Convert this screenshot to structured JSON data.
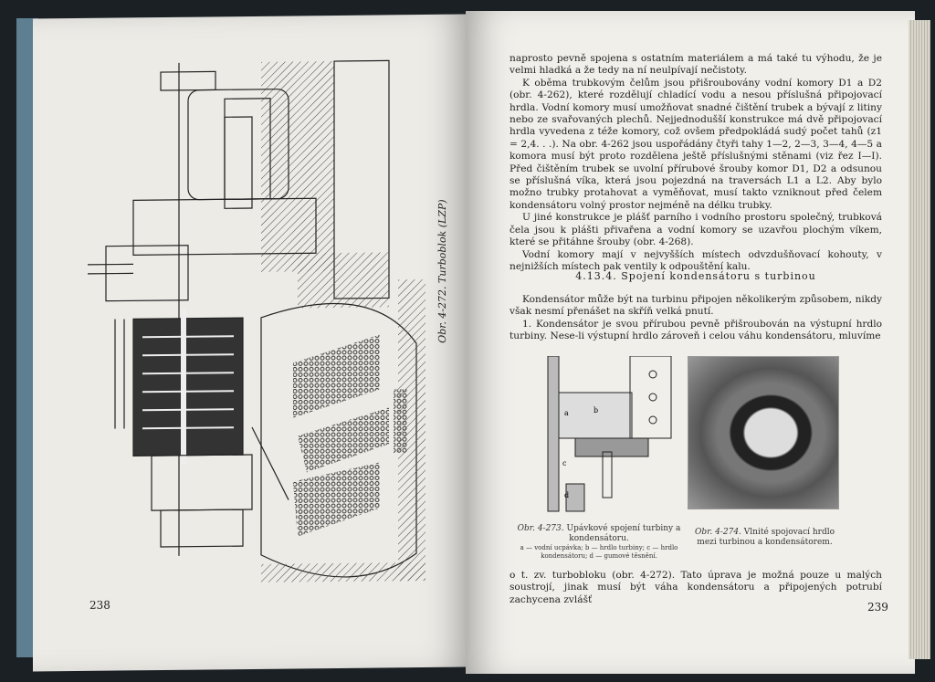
{
  "left_page": {
    "page_number": "238",
    "figure_caption": "Obr. 4-272. Turboblok (LZP)"
  },
  "right_page": {
    "page_number": "239",
    "paragraphs_top": [
      "naprosto pevně spojena s ostatním materiálem a má také tu výhodu, že je velmi hladká a že tedy na ní neulpívají nečistoty.",
      "K oběma trubkovým čelům jsou přišroubovány vodní komory D1 a D2 (obr. 4-262), které rozdělují chladící vodu a nesou příslušná připojovací hrdla. Vodní komory musí umožňovat snadné čištění trubek a bývají z litiny nebo ze svařovaných plechů. Nejjednodušší konstrukce má dvě připojovací hrdla vyvedena z téže komory, což ovšem předpokládá sudý počet tahů (z1 = 2,4. . .). Na obr. 4-262 jsou uspořádány čtyři tahy 1—2, 2—3, 3—4, 4—5 a komora musí být proto rozdělena ještě příslušnými stěnami (viz řez I—I). Před čištěním trubek se uvolní přírubové šrouby komor D1, D2 a odsunou se příslušná víka, která jsou pojezdná na traversách L1 a L2. Aby bylo možno trubky protahovat a vyměňovat, musí takto vzniknout před čelem kondensátoru volný prostor nejméně na délku trubky.",
      "U jiné konstrukce je plášť parního i vodního prostoru společný, trubková čela jsou k plášti přivařena a vodní komory se uzavřou plochým víkem, které se přitáhne šrouby (obr. 4-268).",
      "Vodní komory mají v nejvyšších místech odvzdušňovací kohouty, v nejnižších místech pak ventily k odpouštění kalu."
    ],
    "section_heading": "4.13.4. Spojení kondensátoru s turbinou",
    "paragraphs_section": [
      "Kondensátor může být na turbinu připojen několikerým způsobem, nikdy však nesmí přenášet na skříň velká pnutí.",
      "1. Kondensátor je svou přírubou pevně přišroubován na výstupní hrdlo turbiny. Nese-li výstupní hrdlo zároveň i celou váhu kondensátoru, mluvíme"
    ],
    "figure_273": {
      "caption_label": "Obr. 4-273.",
      "caption_title": "Upávkové spojení turbiny a kondensátoru.",
      "legend": "a — vodní ucpávka; b — hrdlo turbiny; c — hrdlo kondensátoru; d — gumové těsnění.",
      "labels": [
        "a",
        "b",
        "c",
        "d"
      ]
    },
    "figure_274": {
      "caption_label": "Obr. 4-274.",
      "caption_title": "Vlnité spojovací hrdlo mezi turbinou a kondensátorem."
    },
    "paragraphs_bottom": [
      "o t. zv. turbobloku (obr. 4-272). Tato úprava je možná pouze u malých soustrojí, jinak musí být váha kondensátoru a připojených potrubí zachycena zvlášť"
    ]
  },
  "colors": {
    "paper": "#ecebe6",
    "ink": "#222222",
    "cloth_spine": "#5e7f92",
    "background": "#1a2024"
  }
}
